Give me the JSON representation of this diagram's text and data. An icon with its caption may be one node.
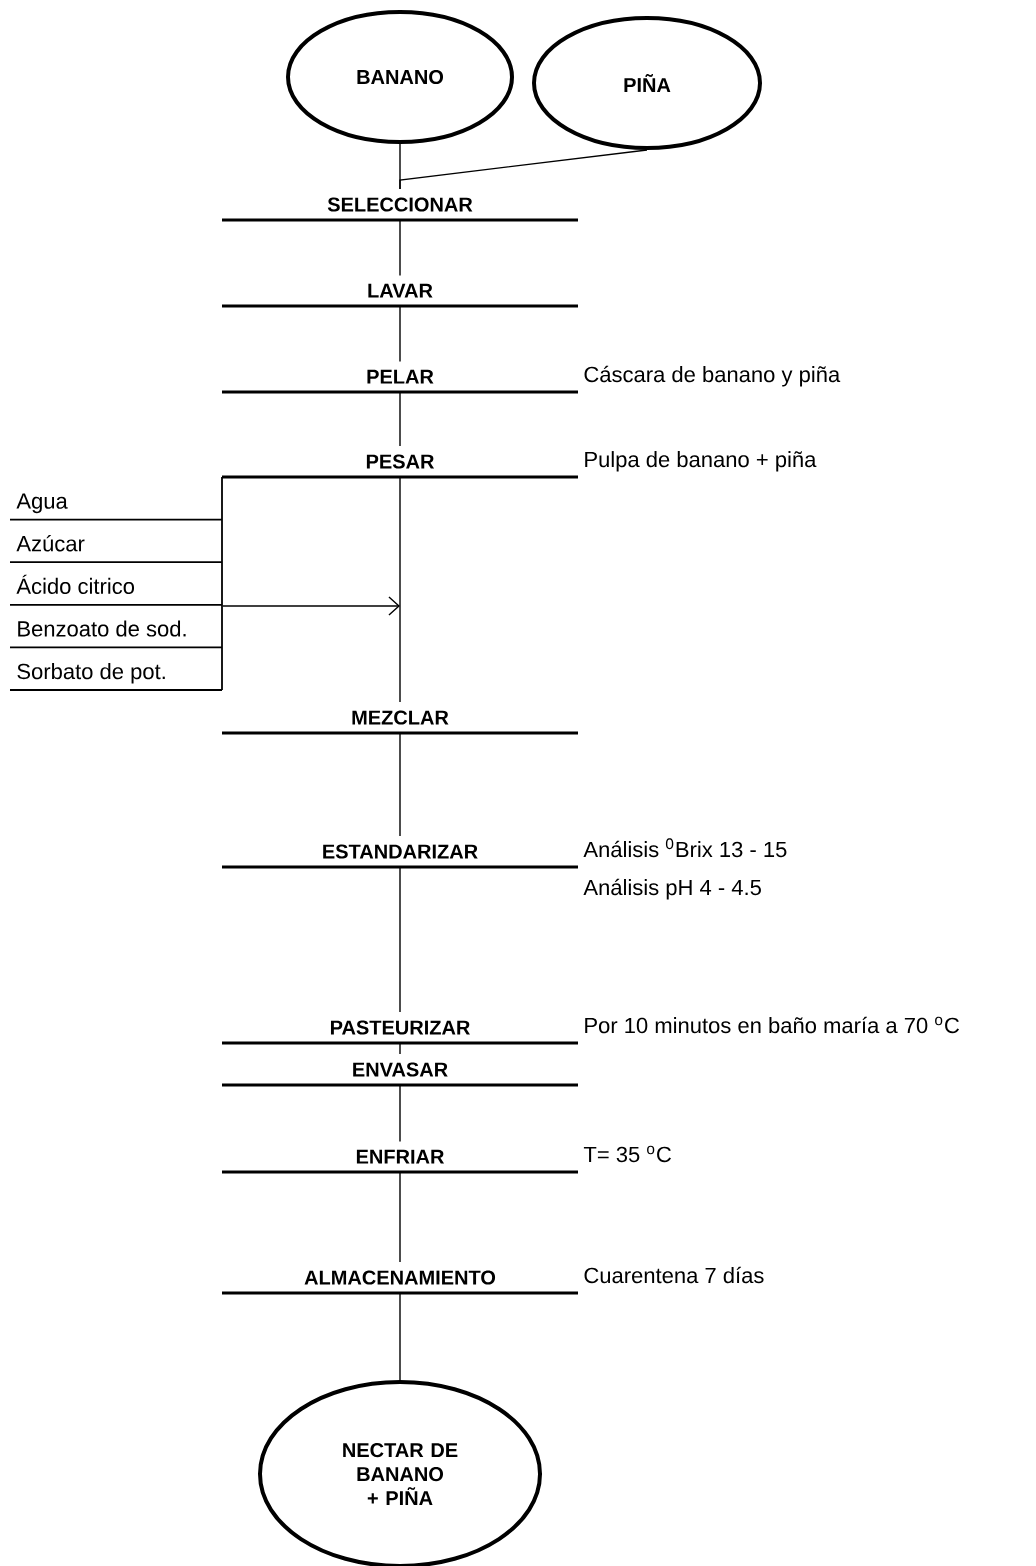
{
  "diagram": {
    "nodes": [
      {
        "text": [
          "BANANO"
        ]
      },
      {
        "text": [
          "PIÑA"
        ]
      },
      {
        "text": [
          "SELECCIONAR"
        ]
      },
      {
        "text": [
          "LAVAR"
        ]
      },
      {
        "text": [
          "PELAR"
        ],
        "beside": [
          "Cáscara de banano y piña"
        ]
      },
      {
        "text": [
          "PESAR"
        ],
        "beside": [
          "Pulpa de banano + piña"
        ]
      },
      {
        "text": [
          "Agua",
          "Azúcar",
          "Ácido citrico",
          "Benzoato de sod.",
          "Sorbato de pot."
        ]
      },
      {
        "text": [
          "MEZCLAR"
        ]
      },
      {
        "text": [
          "ESTANDARIZAR"
        ],
        "beside": [
          "Análisis $^{0}$Brix 13 - 15",
          "Análisis pH 4 - 4.5"
        ]
      },
      {
        "text": [
          "PASTEURIZAR"
        ],
        "beside": [
          "Por 10 minutos en baño maría a 70 $^{o}$C"
        ]
      },
      {
        "text": [
          "ENVASAR"
        ]
      },
      {
        "text": [
          "ENFRIAR"
        ],
        "beside": [
          "T= 35 $^{o}$C"
        ]
      },
      {
        "text": [
          "ALMACENAMIENTO"
        ],
        "beside": [
          "Cuarentena 7 días"
        ]
      },
      {
        "text": [
          "NECTAR DE BANANO + PIÑA"
        ]
      }
    ],
    "edges": [
      {
        "from": 0,
        "to": 2,
        "arrow": "none"
      },
      {
        "from": 1,
        "to": 2,
        "arrow": "none"
      },
      {
        "from": 2,
        "to": 3,
        "arrow": "none"
      },
      {
        "from": 3,
        "to": 4,
        "arrow": "none"
      },
      {
        "from": 4,
        "to": 5,
        "arrow": "none"
      },
      {
        "from": 5,
        "to": 7,
        "arrow": "none"
      },
      {
        "from": 6,
        "to": null,
        "arrow": "to"
      },
      {
        "from": 7,
        "to": 8,
        "arrow": "none"
      },
      {
        "from": 8,
        "to": 9,
        "arrow": "none"
      },
      {
        "from": 9,
        "to": 10,
        "arrow": "none"
      },
      {
        "from": 10,
        "to": 11,
        "arrow": "none"
      },
      {
        "from": 11,
        "to": 12,
        "arrow": "none"
      },
      {
        "from": 12,
        "to": 13,
        "arrow": "none"
      }
    ]
  }
}
